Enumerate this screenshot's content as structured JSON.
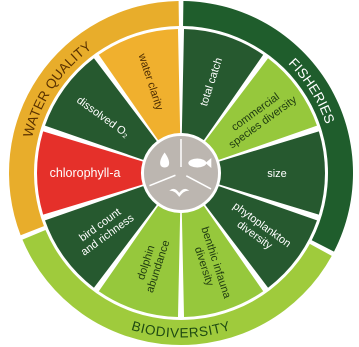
{
  "groups": [
    {
      "id": "water-quality",
      "label": "WATER QUALITY",
      "color": "#e8ad2b",
      "text_color": "#5a3200"
    },
    {
      "id": "fisheries",
      "label": "FISHERIES",
      "color": "#1f5d2c",
      "text_color": "#ffffff"
    },
    {
      "id": "biodiversity",
      "label": "BIODIVERSITY",
      "color": "#9fcb3c",
      "text_color": "#1e4a12"
    }
  ],
  "segments": [
    {
      "id": "total-catch",
      "lines": [
        "total catch"
      ],
      "fill": "#26592f",
      "text": "#ffffff"
    },
    {
      "id": "commercial-species-diversity",
      "lines": [
        "commercial",
        "species diversity"
      ],
      "fill": "#96c83c",
      "text": "#1e3a10"
    },
    {
      "id": "size",
      "lines": [
        "size"
      ],
      "fill": "#26592f",
      "text": "#ffffff"
    },
    {
      "id": "phytoplankton-diversity",
      "lines": [
        "phytoplankton",
        "diversity"
      ],
      "fill": "#26592f",
      "text": "#ffffff"
    },
    {
      "id": "benthic-infauna-diversity",
      "lines": [
        "benthic infauna",
        "diversity"
      ],
      "fill": "#96c83c",
      "text": "#1e3a10"
    },
    {
      "id": "dolphin-abundance",
      "lines": [
        "dolphin",
        "abundance"
      ],
      "fill": "#96c83c",
      "text": "#1e3a10"
    },
    {
      "id": "bird-count-and-richness",
      "lines": [
        "bird count",
        "and richness"
      ],
      "fill": "#26592f",
      "text": "#ffffff"
    },
    {
      "id": "chlorophyll-a",
      "lines": [
        "chlorophyll-a"
      ],
      "fill": "#e5302a",
      "text": "#ffffff",
      "big": true
    },
    {
      "id": "dissolved-o2",
      "lines": [
        "dissolved O₂"
      ],
      "fill": "#26592f",
      "text": "#ffffff"
    },
    {
      "id": "water-clarity",
      "lines": [
        "water clarity"
      ],
      "fill": "#f0b02e",
      "text": "#4a2a00"
    }
  ],
  "hub": {
    "fill": "#bcb6b0",
    "icons": [
      "water-droplet-icon",
      "fish-icon",
      "bird-icon"
    ]
  }
}
